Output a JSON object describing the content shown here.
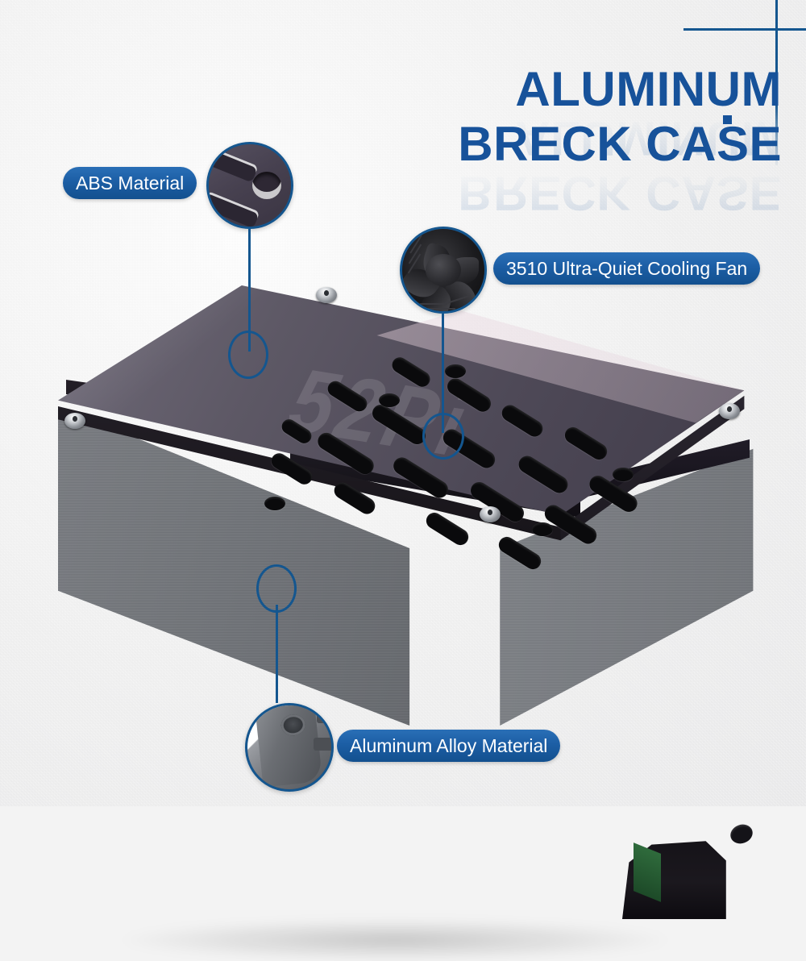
{
  "page": {
    "background_color": "#f3f3f3",
    "accent_color": "#14568f",
    "accent_color_light": "#2a6fb6",
    "title_color": "#17529a"
  },
  "headline": {
    "line1": "ALUMINUM",
    "line2": "BRECK CASE",
    "dot": ""
  },
  "callouts": [
    {
      "id": "abs-material",
      "label": "ABS Material",
      "bubble_icon": "abs-panel-detail-icon",
      "marker_icon": "callout-marker-circle-icon"
    },
    {
      "id": "cooling-fan",
      "label": "3510 Ultra-Quiet Cooling Fan",
      "bubble_icon": "cooling-fan-icon",
      "marker_icon": "callout-marker-circle-icon"
    },
    {
      "id": "aluminum-alloy",
      "label": "Aluminum Alloy Material",
      "bubble_icon": "aluminum-corner-screw-icon",
      "marker_icon": "callout-marker-circle-icon"
    }
  ],
  "product": {
    "name": "aluminum-breck-case",
    "watermark_text": "52Pi",
    "body_color": "#6a6d72",
    "top_panel_color": "#4e4957",
    "screw_color": "#cfd2d6",
    "pcb_color": "#2f6b3c"
  },
  "decor": {
    "corner_cross": "corner-crosshair-decor"
  }
}
